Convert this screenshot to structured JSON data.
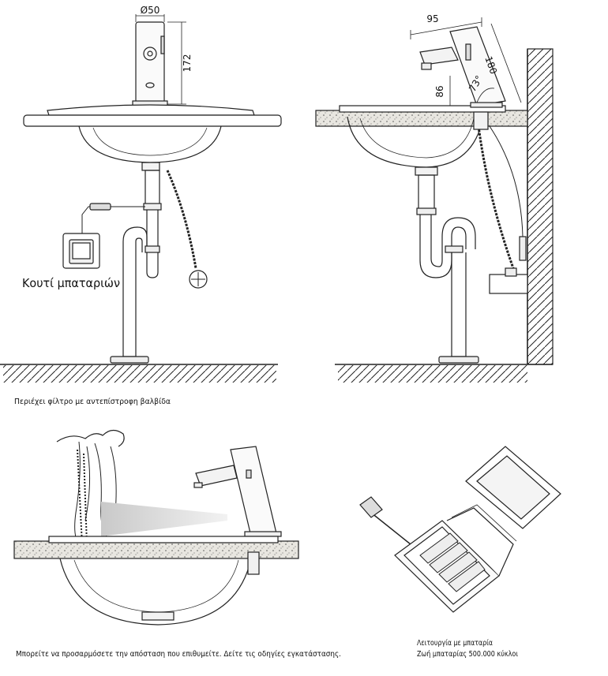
{
  "dimensions": {
    "spout_diameter": "Ø50",
    "faucet_height": "172",
    "projection": "95",
    "body_height": "180",
    "base_height": "86",
    "angle": "73°"
  },
  "labels": {
    "battery_box": "Κουτί μπαταριών",
    "filter_note": "Περιέχει φίλτρο με αντεπίστροφη βαλβίδα",
    "distance_note": "Μπορείτε να προσαρμόσετε την απόσταση που επιθυμείτε. Δείτε τις οδηγίες εγκατάστασης.",
    "battery_operation": "Λειτουργία με μπαταρία",
    "battery_life": "Ζωή  μπαταρίας 500.000 κύκλοι"
  }
}
